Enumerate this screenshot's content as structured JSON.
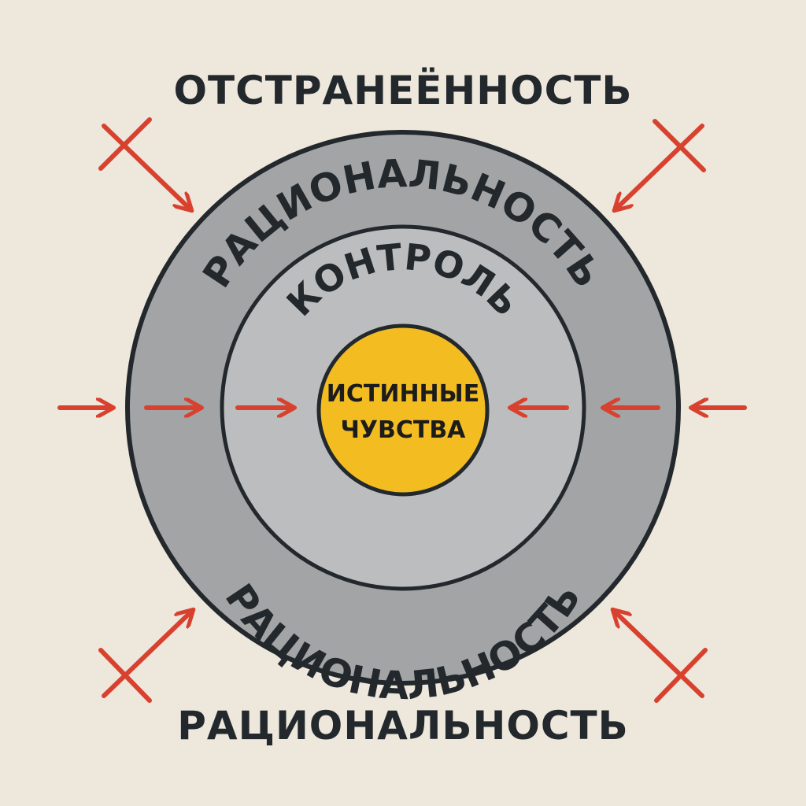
{
  "labels": {
    "top": "ОТСТРАНЕЁННОСТЬ",
    "bottom": "РАЦИОНАЛЬНОСТЬ",
    "outer_ring_top": "РАЦИОНАЛЬНОСТЬ",
    "outer_ring_bottom": "РАЦИОНАЛЬНОСТЬ",
    "inner_ring": "КОНТРОЛЬ",
    "core_line1": "ИСТИННЫЕ",
    "core_line2": "ЧУВСТВА"
  },
  "colors": {
    "background": "#ede7dc",
    "outer_ring": "#a3a4a5",
    "inner_ring": "#bcbdbe",
    "core": "#f3bd22",
    "arrows": "#d9412f",
    "outline": "#23282d"
  },
  "icons": {
    "blocked_arrow": "crossed-arrow-icon",
    "arrow": "arrow-icon"
  }
}
